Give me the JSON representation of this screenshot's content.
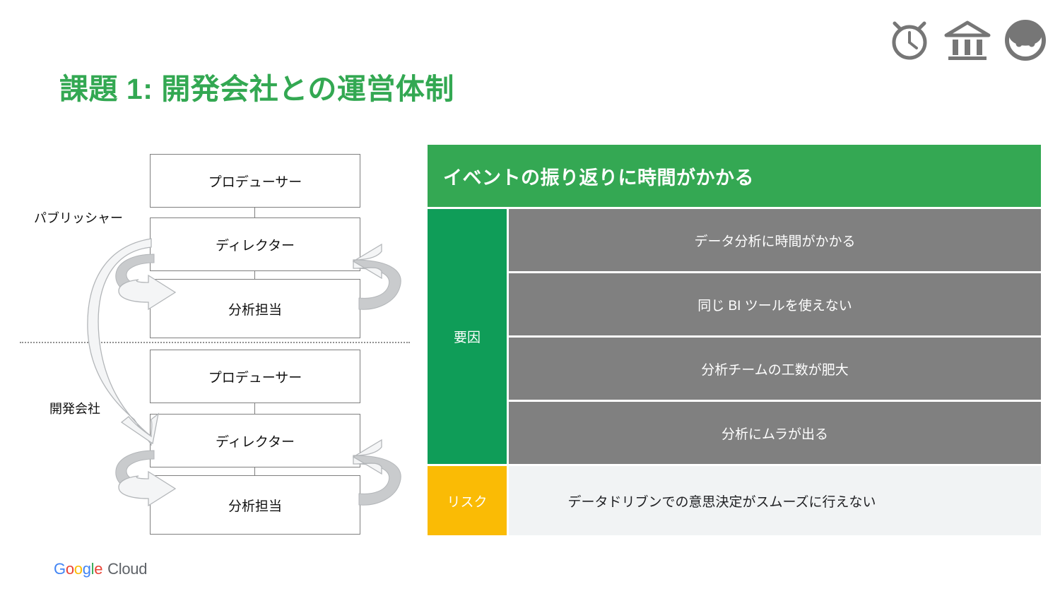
{
  "slide": {
    "title": "課題 1: 開発会社との運営体制",
    "title_color": "#33A852"
  },
  "header_icons": [
    {
      "name": "alarm-clock-icon",
      "label": "alarm-clock"
    },
    {
      "name": "bank-icon",
      "label": "bank"
    },
    {
      "name": "face-icon",
      "label": "face"
    }
  ],
  "diagram": {
    "groups": [
      {
        "label": "パブリッシャー"
      },
      {
        "label": "開発会社"
      }
    ],
    "publisher_boxes": [
      {
        "label": "プロデューサー"
      },
      {
        "label": "ディレクター"
      },
      {
        "label": "分析担当"
      }
    ],
    "developer_boxes": [
      {
        "label": "プロデューサー"
      },
      {
        "label": "ディレクター"
      },
      {
        "label": "分析担当"
      }
    ]
  },
  "panel": {
    "header": "イベントの振り返りに時間がかかる",
    "header_color": "#34A853",
    "cause": {
      "label": "要因",
      "label_color": "#0F9D58",
      "cell_color": "#808080",
      "items": [
        "データ分析に時間がかかる",
        "同じ BI ツールを使えない",
        "分析チームの工数が肥大",
        "分析にムラが出る"
      ]
    },
    "risk": {
      "label": "リスク",
      "label_color": "#FABB05",
      "cell_color": "#F1F3F4",
      "text": "データドリブンでの意思決定がスムーズに行えない"
    }
  },
  "footer": {
    "logo": {
      "g1": "G",
      "o1": "o",
      "o2": "o",
      "g2": "g",
      "l1": "l",
      "e1": "e",
      "cloud": "Cloud"
    }
  }
}
